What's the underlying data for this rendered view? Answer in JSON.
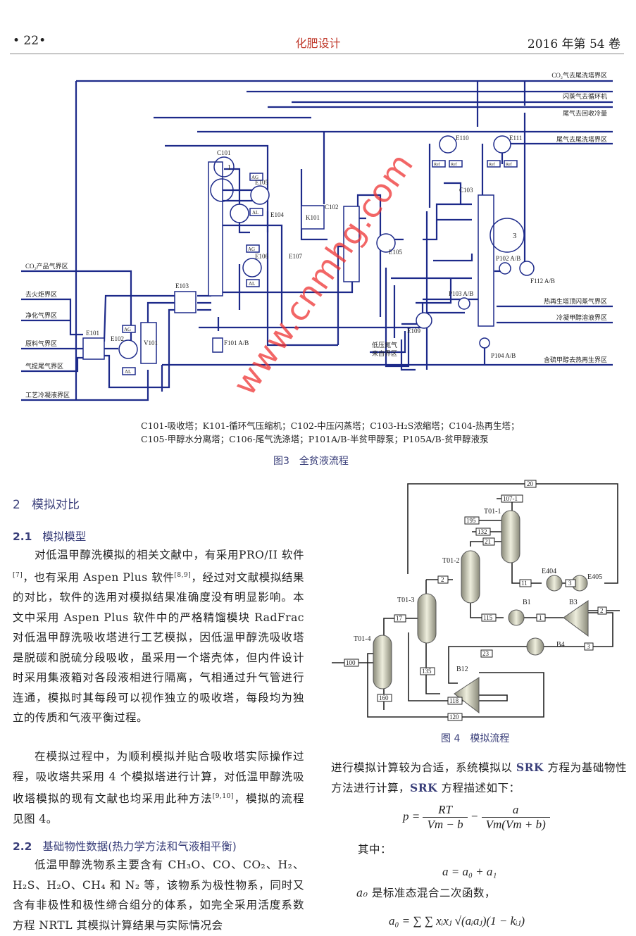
{
  "header": {
    "page_number": "• 22•",
    "journal": "化肥设计",
    "issue": "2016 年第 54 卷"
  },
  "figure3": {
    "boundary_labels": {
      "co2_tail_wash": "CO₂气去尾洗塔界区",
      "flash_gas_recycle": "闪蒸气去循环机",
      "tail_gas_cold_recovery": "尾气去回收冷量",
      "tail_gas_tail_wash": "尾气去尾洗塔界区",
      "co2_product": "CO₂产品气界区",
      "to_flare": "去火炬界区",
      "purified_gas": "净化气界区",
      "feed_gas": "原料气界区",
      "stripping_tail_gas": "气提尾气界区",
      "process_condensate": "工艺冷凝液界区",
      "hot_regen_flash_gas": "热再生塔顶闪蒸气界区",
      "condensed_methanol": "冷凝甲醇溶液界区",
      "sulfur_methanol_to_regen": "含硫甲醇去热再生界区",
      "low_pressure_n2_line1": "低压氮气",
      "low_pressure_n2_line2": "来自界区"
    },
    "equipment": {
      "c101": "C101",
      "c102": "C102",
      "c103": "C103",
      "k101": "K101",
      "v101": "V101",
      "e101": "E101",
      "e102": "E102",
      "e103": "E103",
      "e104": "E104",
      "e105": "E105",
      "e105b": "E105",
      "e106": "E106",
      "e107": "E107",
      "e109": "E109",
      "e110": "E110",
      "e111": "E111",
      "f101": "F101 A/B",
      "f112": "F112 A/B",
      "p102": "P102 A/B",
      "p103": "P103 A/B",
      "p104": "P104 A/B",
      "ag": "AG",
      "al": "AL",
      "ref": "Ref",
      "callout1": "1",
      "callout3": "3"
    },
    "legend_line1": "C101-吸收塔；K101-循环气压缩机；C102-中压闪蒸塔；C103-H₂S浓缩塔；C104-热再生塔；",
    "legend_line2": "C105-甲醇水分离塔；C106-尾气洗涤塔；P101A/B-半贫甲醇泵；P105A/B-贫甲醇液泵",
    "caption": "图3　全贫液流程"
  },
  "figure4": {
    "columns": [
      "T01-1",
      "T01-2",
      "T01-3",
      "T01-4"
    ],
    "units": {
      "e404": "E404",
      "e405": "E405",
      "b1": "B1",
      "b3": "B3",
      "b4": "B4",
      "b12": "B12"
    },
    "streams": {
      "s20": "20",
      "s107_1": "107-1",
      "s195": "195",
      "s132": "132",
      "s21": "21",
      "s2a": "2",
      "s11": "11",
      "s3a": "3",
      "s17": "17",
      "s115": "115",
      "s1": "1",
      "s2b": "2",
      "s100": "100",
      "s23": "23",
      "s3b": "3",
      "s135": "135",
      "s160": "160",
      "s118": "118",
      "s120": "120"
    },
    "caption": "图 4　模拟流程"
  },
  "section2": {
    "title_num": "2",
    "title": "模拟对比",
    "sub1_num": "2.1",
    "sub1": "模拟模型",
    "p1_a": "对低温甲醇洗模拟的相关文献中，有采用PRO/II 软件",
    "p1_ref1": "[7]",
    "p1_b": "，也有采用 Aspen Plus 软件",
    "p1_ref2": "[8,9]",
    "p1_c": "，经过对文献模拟结果的对比，软件的选用对模拟结果准确度没有明显影响。本文中采用 Aspen Plus 软件中的严格精馏模块 RadFrac 对低温甲醇洗吸收塔进行工艺模拟，因低温甲醇洗吸收塔是脱碳和脱硫分段吸收，虽采用一个塔壳体，但内件设计时采用集液箱对各段液相进行隔离，气相通过升气管进行连通，模拟时其每段可以视作独立的吸收塔，每段均为独立的传质和气液平衡过程。",
    "p2_a": "在模拟过程中，为顺利模拟并贴合吸收塔实际操作过程，吸收塔共采用 4 个模拟塔进行计算，对低温甲醇洗吸收塔模拟的现有文献也均采用此种方法",
    "p2_ref": "[9,10]",
    "p2_b": "，模拟的流程见图 4。",
    "sub2_num": "2.2",
    "sub2": "基础物性数据(热力学方法和气液相平衡)",
    "p3": "低温甲醇洗物系主要含有 CH₃O、CO、CO₂、H₂、H₂S、H₂O、CH₄ 和 N₂ 等，该物系为极性物系，同时又含有非极性和极性缔合组分的体系，如完全采用活度系数方程 NRTL 其模拟计算结果与实际情况会",
    "right_p1_a": "进行模拟计算较为合适，系统模拟以 ",
    "right_p1_b": "SRK",
    "right_p1_c": " 方程为基础物性方法进行计算，",
    "right_p1_d": "SRK",
    "right_p1_e": " 方程描述如下：",
    "eq1_lhs": "p  =",
    "eq1_num1": "RT",
    "eq1_den1": "Vm − b",
    "eq1_minus": "−",
    "eq1_num2": "a",
    "eq1_den2": "Vm(Vm + b)",
    "where": "其中：",
    "eq2": "a  =  a₀  +  a₁",
    "a0_desc_sym": "a₀",
    "a0_desc": " 是标准态混合二次函数，",
    "eq3": "a₀  =  ∑ ∑ xᵢxⱼ √(aᵢaⱼ)(1 − kᵢⱼ)"
  },
  "watermark": "www.cnmhg.com"
}
